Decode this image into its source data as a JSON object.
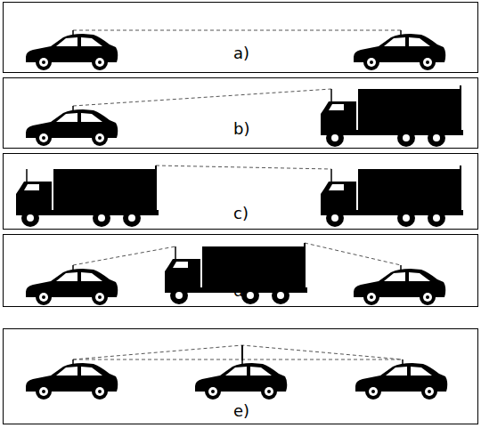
{
  "diagram": {
    "nodes": [
      {
        "text": [
          "a)"
        ]
      },
      {
        "text": [
          "b)"
        ]
      },
      {
        "text": [
          "c)"
        ]
      },
      {
        "text": [
          "d)"
        ]
      },
      {
        "text": [
          "e)"
        ]
      }
    ]
  }
}
